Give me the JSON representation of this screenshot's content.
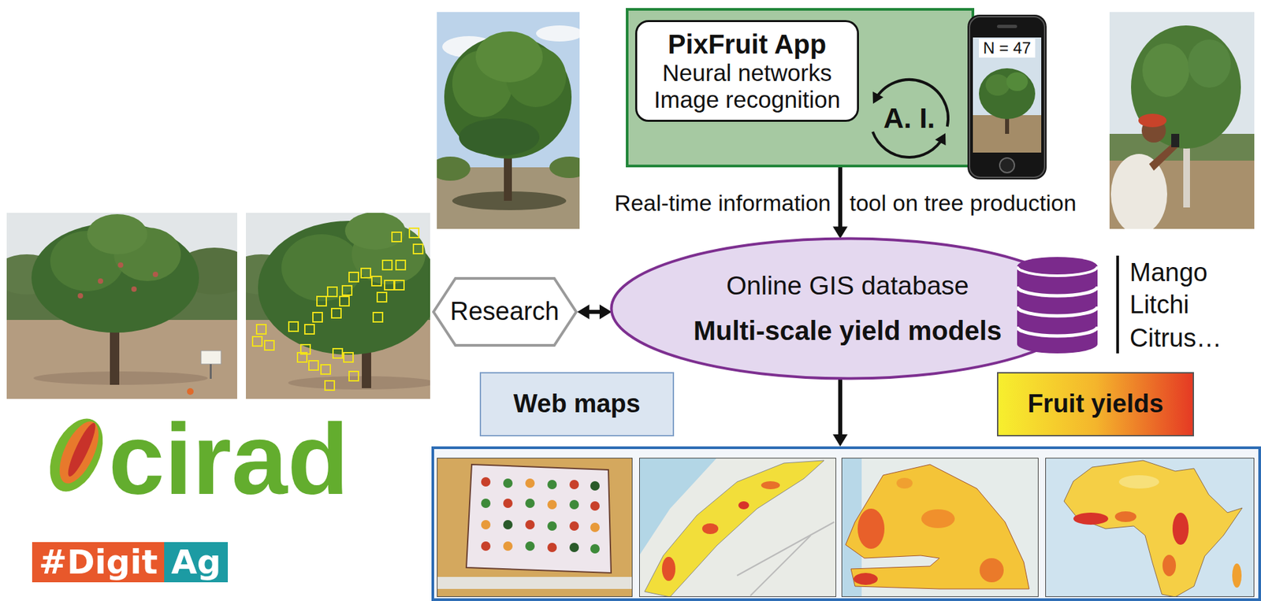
{
  "diagram": {
    "nodes": [
      {
        "text": []
      },
      {
        "text": [
          "PixFruit App",
          "Neural networks",
          "Image recognition"
        ],
        "in": 0
      },
      {
        "text": [
          "A. I."
        ],
        "in": 0
      },
      {
        "text": [
          "N = 47"
        ]
      },
      {
        "text": [
          "Research"
        ]
      },
      {
        "text": [
          "Online GIS database",
          "Multi-scale yield models"
        ]
      },
      {
        "text": [
          "Web maps"
        ]
      },
      {
        "text": [
          "Fruit yields"
        ]
      },
      {
        "text": []
      }
    ],
    "edges": [
      {
        "from": 0,
        "to": 5,
        "arrow": "to"
      },
      {
        "from": 4,
        "to": 5,
        "arrow": "both"
      },
      {
        "from": 5,
        "to": 8,
        "arrow": "to"
      }
    ],
    "labels": [
      "Real-time information",
      "tool on tree production",
      "Mango",
      "Litchi",
      "Citrus…",
      "cirad",
      "#Digit",
      "Ag"
    ]
  }
}
